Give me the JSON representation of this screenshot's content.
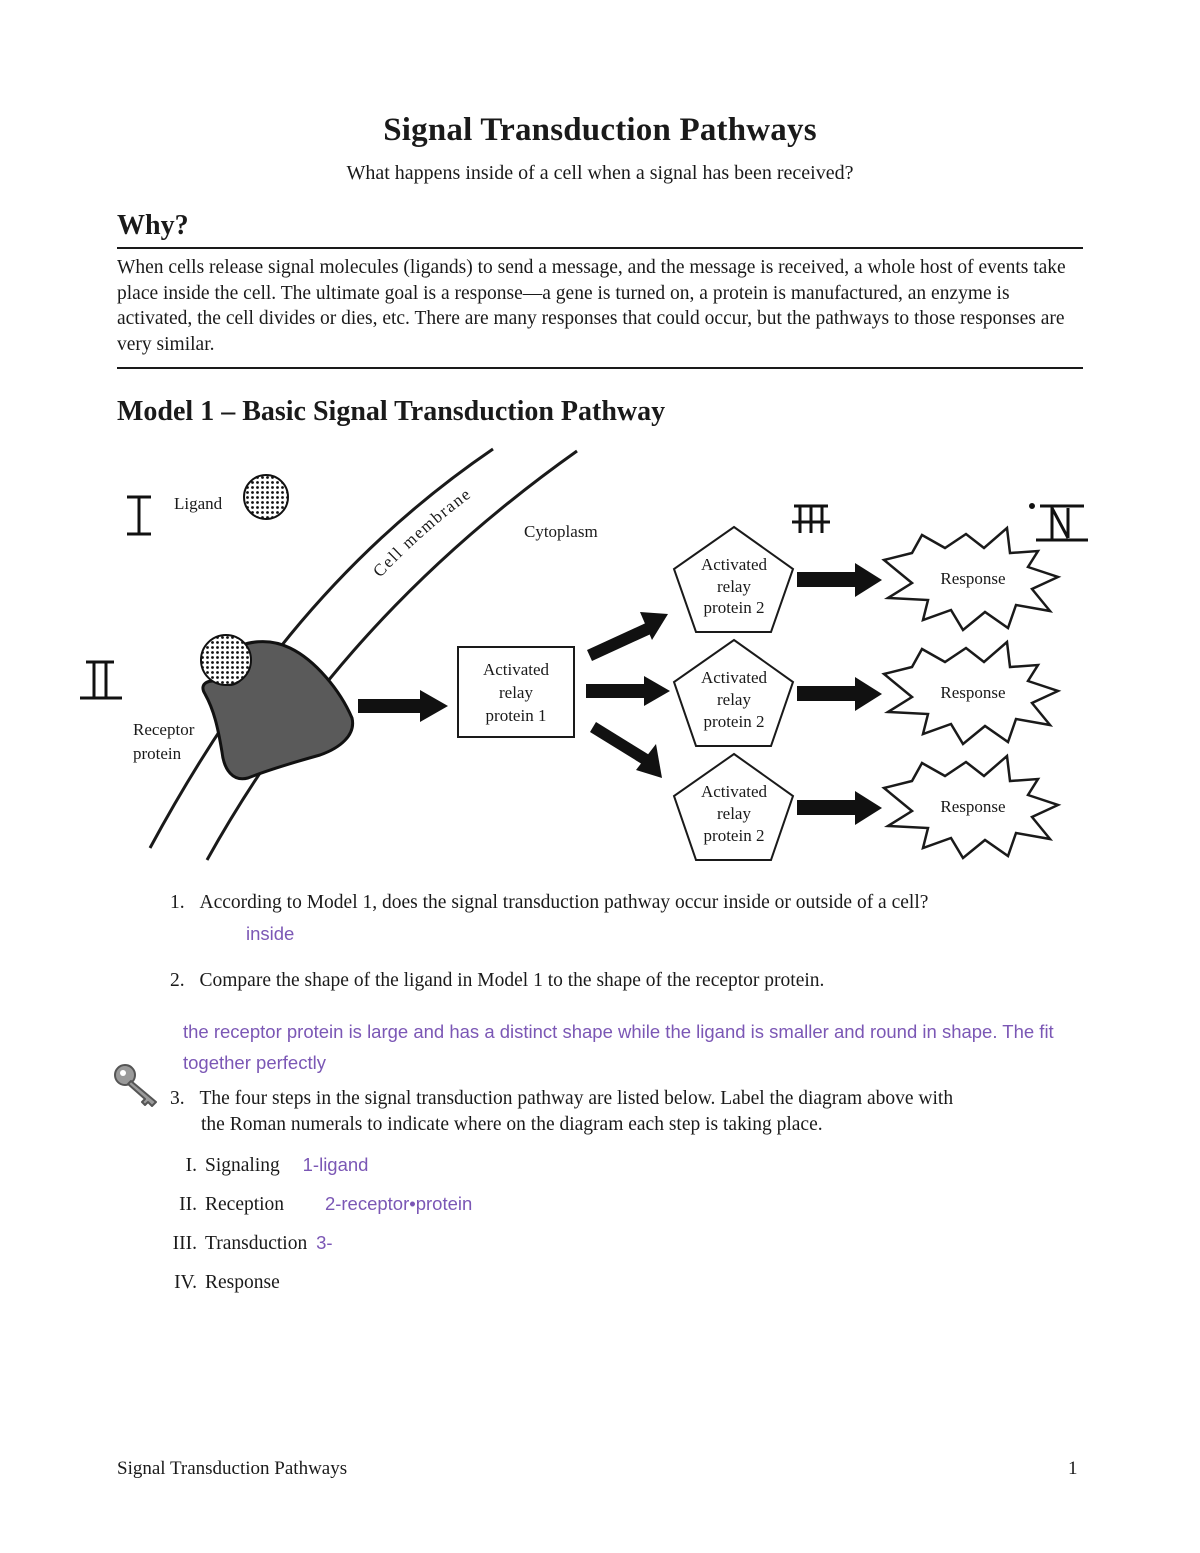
{
  "title": "Signal Transduction Pathways",
  "subtitle": "What happens inside of a cell when a signal has been received?",
  "why": {
    "heading": "Why?",
    "text": "When cells release signal molecules (ligands) to send a message, and the message is received, a whole host of events take place inside the cell. The ultimate goal is a response—a gene is turned on, a protein is manufactured, an enzyme is activated, the cell divides or dies, etc. There are many responses that could occur, but the pathways to those responses are very similar."
  },
  "model": {
    "heading": "Model 1 – Basic Signal Transduction Pathway",
    "labels": {
      "ligand": "Ligand",
      "cell_membrane": "Cell membrane",
      "cytoplasm": "Cytoplasm",
      "receptor_line1": "Receptor",
      "receptor_line2": "protein",
      "relay1_line1": "Activated",
      "relay1_line2": "relay",
      "relay1_line3": "protein 1",
      "relay2_line1": "Activated",
      "relay2_line2": "relay",
      "relay2_line3": "protein 2",
      "response": "Response"
    },
    "handwritten": [
      "I",
      "II",
      "III",
      "IV"
    ]
  },
  "questions": [
    {
      "number": "1.",
      "text": "According to Model 1, does the signal transduction pathway occur inside or outside of a cell?",
      "answer": "inside"
    },
    {
      "number": "2.",
      "text": "Compare the shape of the ligand in Model 1 to the shape of the receptor protein.",
      "answer_line1": "the receptor protein is large and has a distinct shape while the ligand is smaller and round in shape. The fit",
      "answer_line2": "together perfectly"
    },
    {
      "number": "3.",
      "text_line1": "The four steps in the signal transduction pathway are listed below. Label the diagram above with",
      "text_line2": "the Roman numerals to indicate where on the diagram each step is taking place."
    }
  ],
  "steps": [
    {
      "numeral": "I.",
      "label": "Signaling",
      "answer": "1-ligand"
    },
    {
      "numeral": "II.",
      "label": "Reception",
      "answer": "2-receptor•protein"
    },
    {
      "numeral": "III.",
      "label": "Transduction",
      "answer": "3-"
    },
    {
      "numeral": "IV.",
      "label": "Response",
      "answer": ""
    }
  ],
  "footer": {
    "left": "Signal Transduction Pathways",
    "page": "1"
  }
}
